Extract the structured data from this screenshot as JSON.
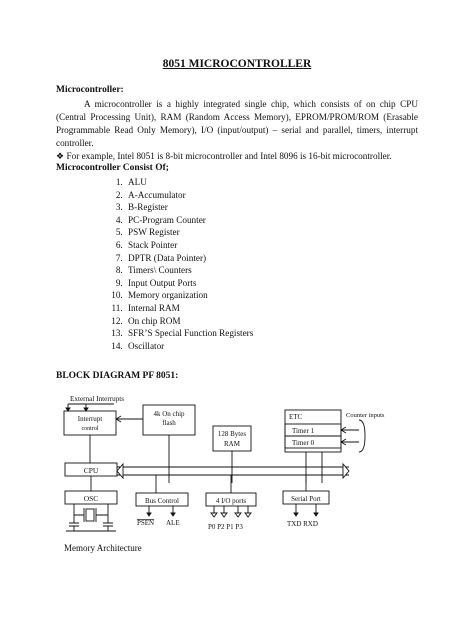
{
  "title": "8051 MICROCONTROLLER",
  "section1": {
    "heading": "Microcontroller:",
    "paragraph": "A microcontroller is a highly integrated single chip, which consists of on chip CPU (Central Processing Unit), RAM (Random Access Memory), EPROM/PROM/ROM (Erasable Programmable Read Only Memory), I/O (input/output) – serial and parallel, timers, interrupt controller.",
    "bullet_symbol": "❖",
    "example": "For example, Intel 8051 is 8-bit microcontroller and Intel 8096 is 16-bit microcontroller."
  },
  "section2": {
    "heading": "Microcontroller Consist Of;",
    "items": [
      "ALU",
      "A-Accumulator",
      "B-Register",
      "PC-Program Counter",
      "PSW Register",
      "Stack Pointer",
      "DPTR (Data Pointer)",
      "Timers\\ Counters",
      "Input Output Ports",
      "Memory organization",
      "Internal RAM",
      "On chip ROM",
      "SFR’S Special Function Registers",
      "Oscillator"
    ]
  },
  "section3": {
    "heading": "BLOCK DIAGRAM PF 8051:"
  },
  "diagram": {
    "external_interrupts": "External Interrupts",
    "interrupt_line1": "Interrupt",
    "interrupt_line2": "control",
    "flash_line1": "4k On chip",
    "flash_line2": "flash",
    "ram_line1": "128 Bytes",
    "ram_line2": "RAM",
    "etc": "ETC",
    "counter_inputs": "Counter inputs",
    "timer1": "Timer 1",
    "timer0": "Timer 0",
    "cpu": "CPU",
    "osc": "OSC",
    "bus_control": "Bus Control",
    "io_ports": "4 I/O ports",
    "serial_port": "Serial Port",
    "psen": "PSEN",
    "ale": "ALE",
    "ports": "P0 P2 P1 P3",
    "txd_rxd": "TXD RXD",
    "memory_architecture": "Memory Architecture"
  }
}
